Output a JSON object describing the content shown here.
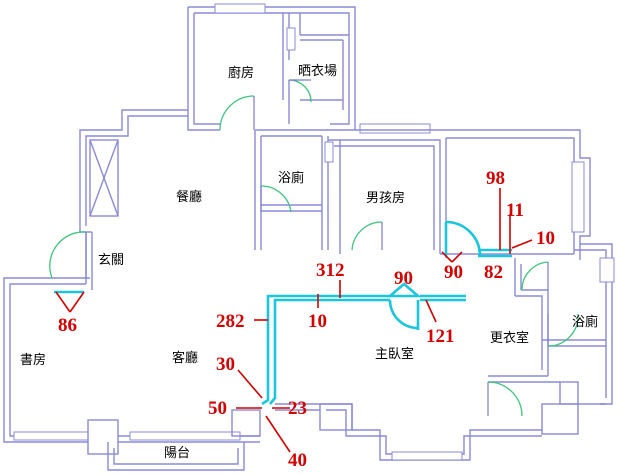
{
  "rooms": {
    "kitchen": "廚房",
    "laundry": "晒衣場",
    "dining": "餐廳",
    "bath_a": "浴廁",
    "boys_room": "男孩房",
    "foyer": "玄關",
    "study": "書房",
    "living": "客廳",
    "master_bedroom": "主臥室",
    "dressing_room": "更衣室",
    "bath_b": "浴廁",
    "balcony": "陽台"
  },
  "dimensions": {
    "d98": "98",
    "d11": "11",
    "d10_right": "10",
    "d90_left": "90",
    "d82": "82",
    "d312": "312",
    "d90_mid": "90",
    "d86": "86",
    "d282": "282",
    "d10_left": "10",
    "d121": "121",
    "d30": "30",
    "d50": "50",
    "d23": "23",
    "d40": "40"
  },
  "colors": {
    "wall": "#8a8ad8",
    "door": "#3cc67a",
    "highlight": "#19c6dc",
    "dimension": "#d40000"
  }
}
